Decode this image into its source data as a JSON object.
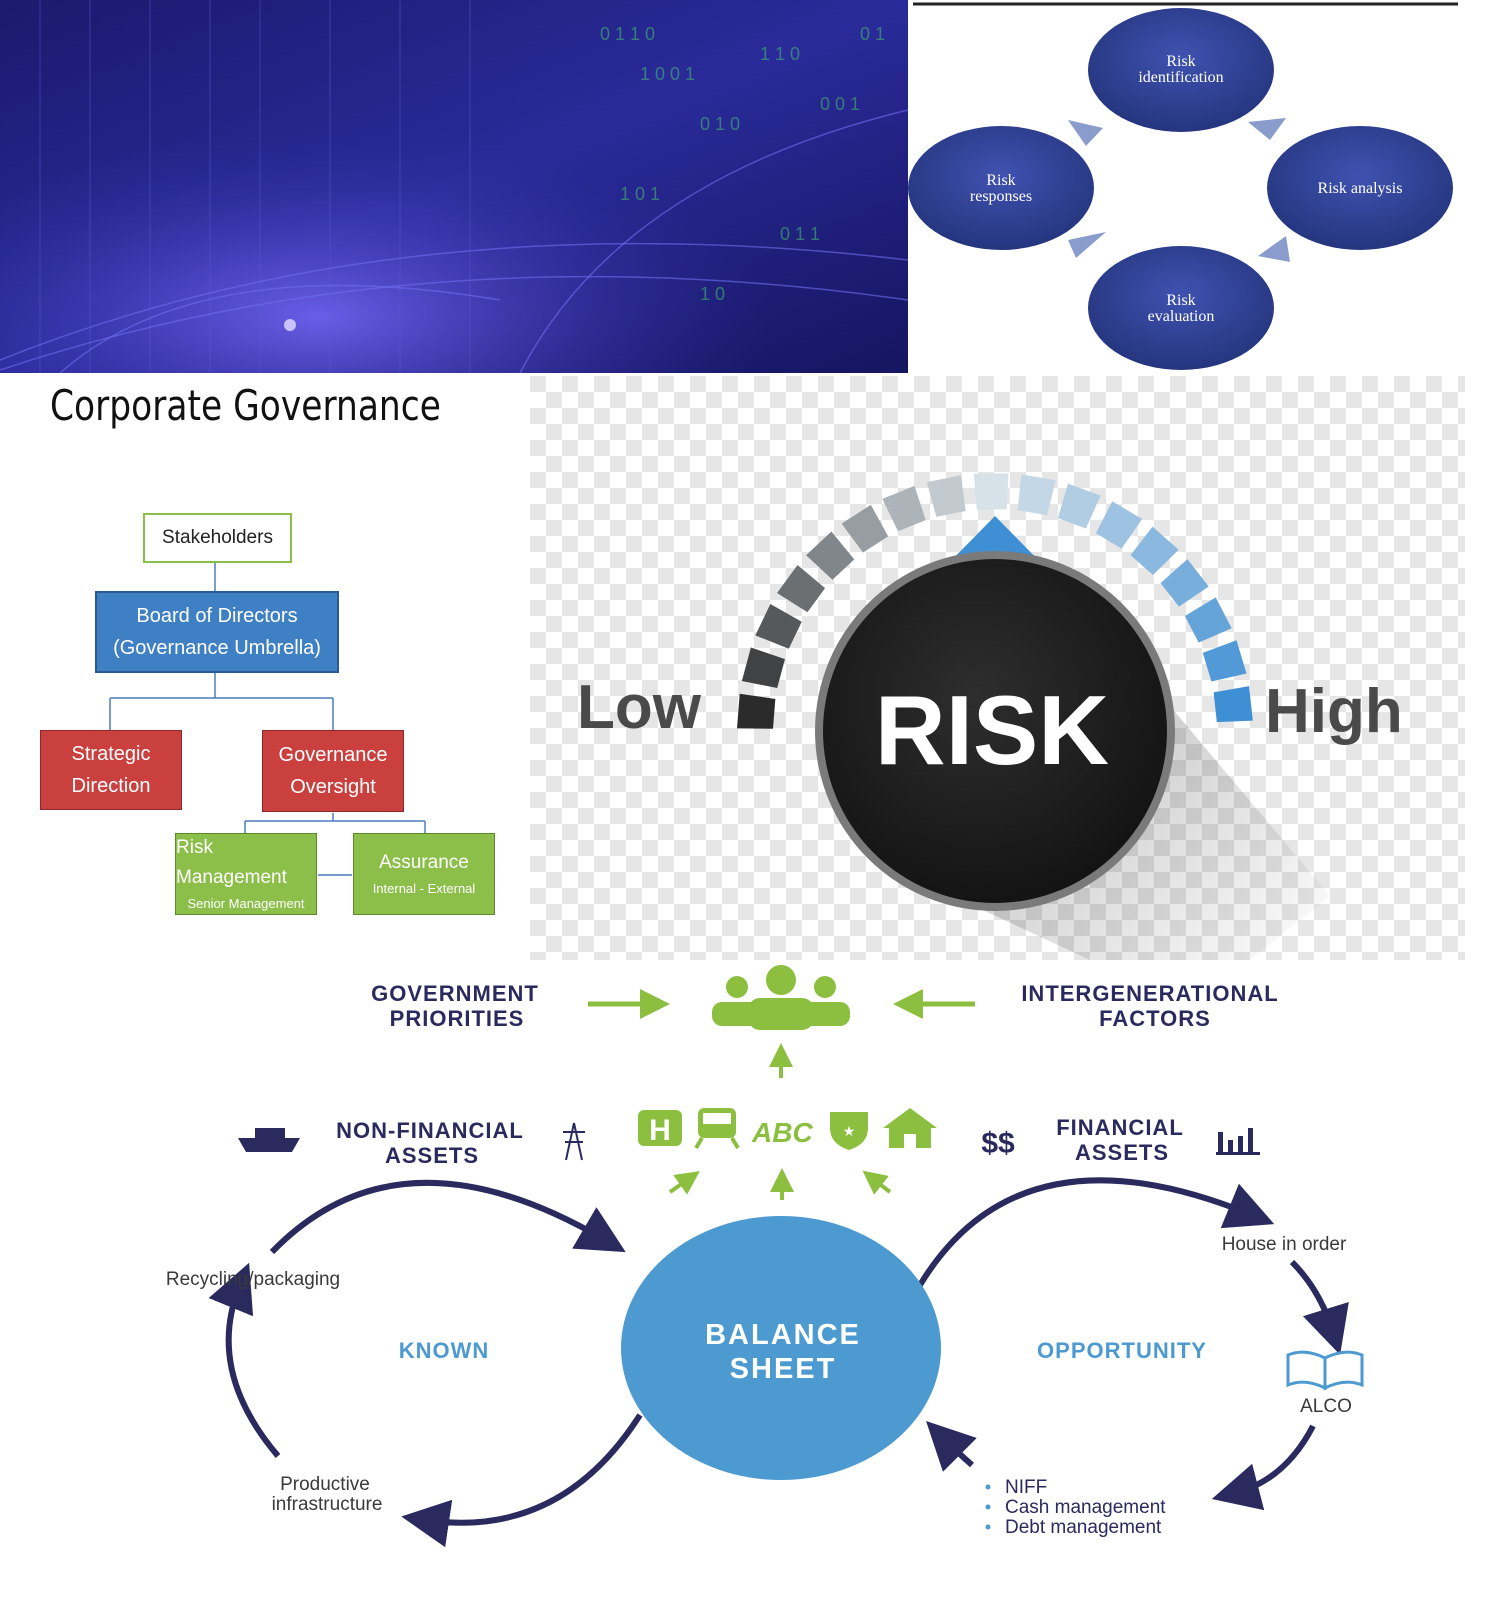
{
  "cycle": {
    "nodes": [
      "Risk\nidentification",
      "Risk analysis",
      "Risk\nevaluation",
      "Risk\nresponses"
    ]
  },
  "governance": {
    "title": "Corporate Governance",
    "stakeholders": "Stakeholders",
    "board_line1": "Board of Directors",
    "board_line2": "(Governance Umbrella)",
    "strategic_line1": "Strategic",
    "strategic_line2": "Direction",
    "oversight_line1": "Governance",
    "oversight_line2": "Oversight",
    "risk_mgmt": "Risk Management",
    "risk_mgmt_sub": "Senior Management",
    "assurance": "Assurance",
    "assurance_sub": "Internal - External",
    "colors": {
      "board": "#3f7fc4",
      "red": "#c9403f",
      "green": "#8cbf4a"
    }
  },
  "gauge": {
    "center_label": "RISK",
    "low_label": "Low",
    "high_label": "High",
    "colors": {
      "low": "#2b2b2b",
      "high": "#3f8fd4",
      "knob": "#1f1f1f"
    }
  },
  "balance": {
    "gov_priorities": [
      "GOVERNMENT",
      "PRIORITIES"
    ],
    "intergenerational": [
      "INTERGENERATIONAL",
      "FACTORS"
    ],
    "non_financial": [
      "NON-FINANCIAL",
      "ASSETS"
    ],
    "financial": [
      "FINANCIAL",
      "ASSETS"
    ],
    "dollar": "$$",
    "center": [
      "BALANCE",
      "SHEET"
    ],
    "known": "KNOWN",
    "opportunity": "OPPORTUNITY",
    "recycling": "Recycling/packaging",
    "productive": [
      "Productive",
      "infrastructure"
    ],
    "house_in_order": "House in order",
    "alco": "ALCO",
    "bullets": [
      "NIFF",
      "Cash management",
      "Debt management"
    ],
    "service_icons": [
      "hospital-icon",
      "train-icon",
      "education-icon",
      "police-icon",
      "home-icon"
    ],
    "colors": {
      "green": "#8cbf3f",
      "navy": "#2b2a5e",
      "blue": "#4d9ad1"
    }
  }
}
